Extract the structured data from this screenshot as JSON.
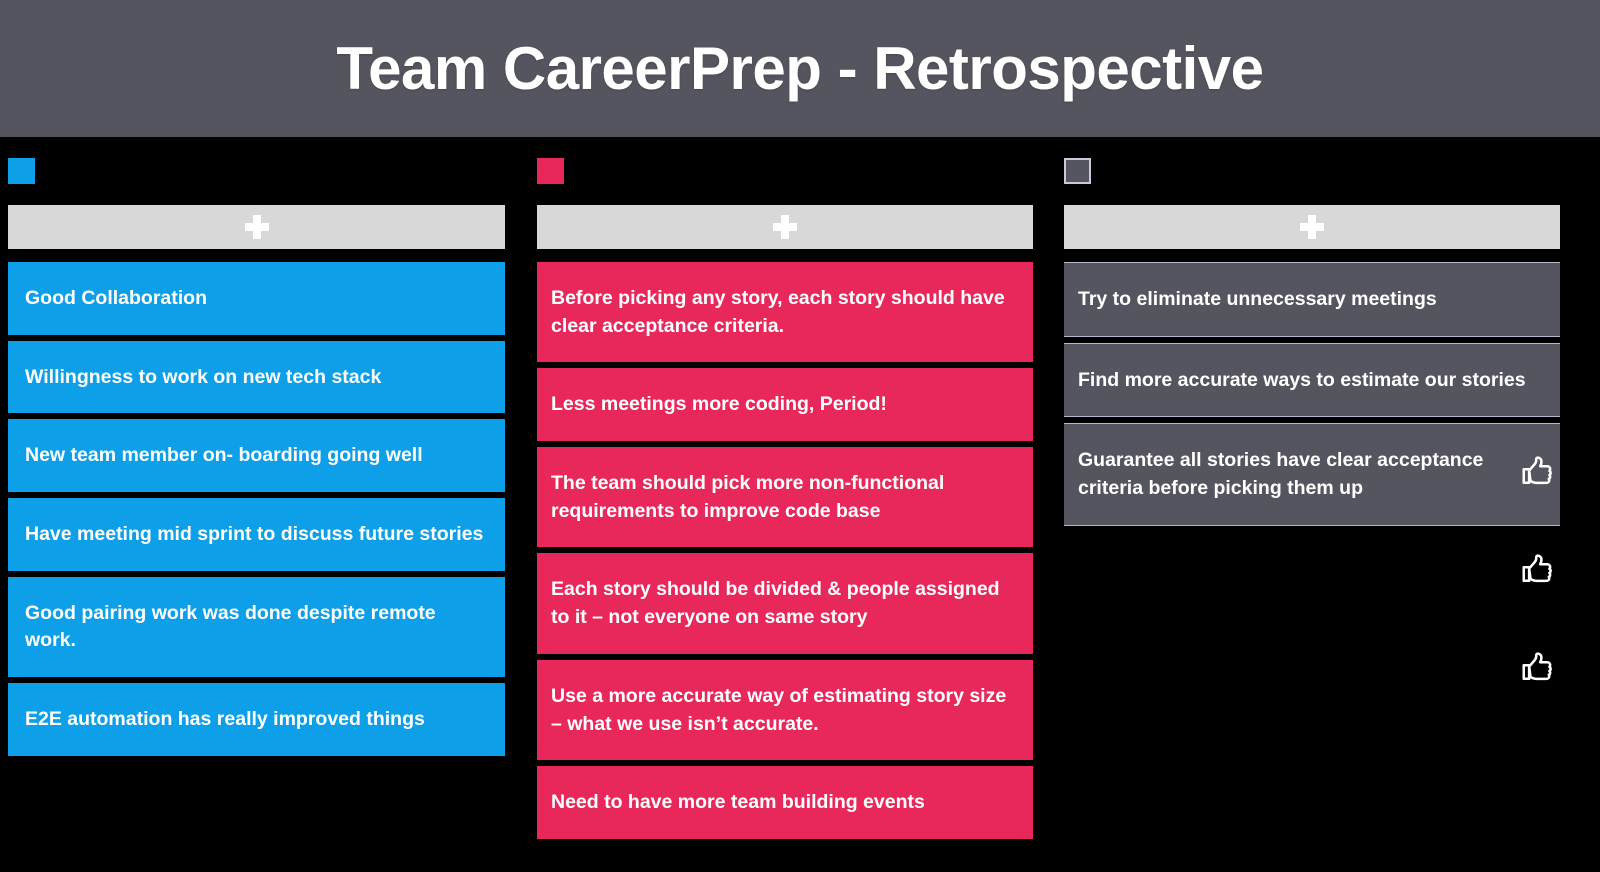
{
  "header": {
    "title": "Team CareerPrep - Retrospective",
    "background_color": "#55555f",
    "text_color": "#ffffff"
  },
  "board": {
    "background_color": "#000000",
    "columns": [
      {
        "id": "went-well",
        "swatch_color": "#0d9fe8",
        "swatch_bordered": false,
        "add_label": "+",
        "add_icon": "plus-icon",
        "add_bar_color": "#d8d8d8",
        "card_color": "#0d9fe8",
        "cards": [
          {
            "text": "Good Collaboration"
          },
          {
            "text": "Willingness to work on new tech stack"
          },
          {
            "text": "New team member on- boarding going well"
          },
          {
            "text": "Have meeting mid sprint to discuss future stories"
          },
          {
            "text": "Good pairing work was done despite remote work."
          },
          {
            "text": "E2E automation has really improved things"
          }
        ]
      },
      {
        "id": "to-improve",
        "swatch_color": "#e8285a",
        "swatch_bordered": false,
        "add_label": "+",
        "add_icon": "plus-icon",
        "add_bar_color": "#d8d8d8",
        "card_color": "#e8285a",
        "cards": [
          {
            "text": "Before picking any story, each story should have clear acceptance criteria."
          },
          {
            "text": "Less meetings more coding, Period!"
          },
          {
            "text": "The team should pick more non-functional requirements to improve code base"
          },
          {
            "text": "Each story should be divided & people assigned to it – not everyone on same story"
          },
          {
            "text": "Use a more accurate way of estimating story size – what we use isn’t accurate."
          },
          {
            "text": "Need to have more team building events"
          }
        ]
      },
      {
        "id": "action-items",
        "swatch_color": "#55555f",
        "swatch_bordered": true,
        "add_label": "+",
        "add_icon": "plus-icon",
        "add_bar_color": "#d8d8d8",
        "card_color": "#55555f",
        "cards": [
          {
            "text": "Try to eliminate unnecessary meetings"
          },
          {
            "text": "Find more accurate ways to estimate our stories"
          },
          {
            "text": "Guarantee all stories have clear acceptance criteria before picking them up"
          }
        ]
      }
    ]
  },
  "votes": {
    "icon": "thumbs-up-icon",
    "icon_color": "#ffffff",
    "items": [
      {
        "name": "vote-button-1"
      },
      {
        "name": "vote-button-2"
      },
      {
        "name": "vote-button-3"
      }
    ]
  }
}
